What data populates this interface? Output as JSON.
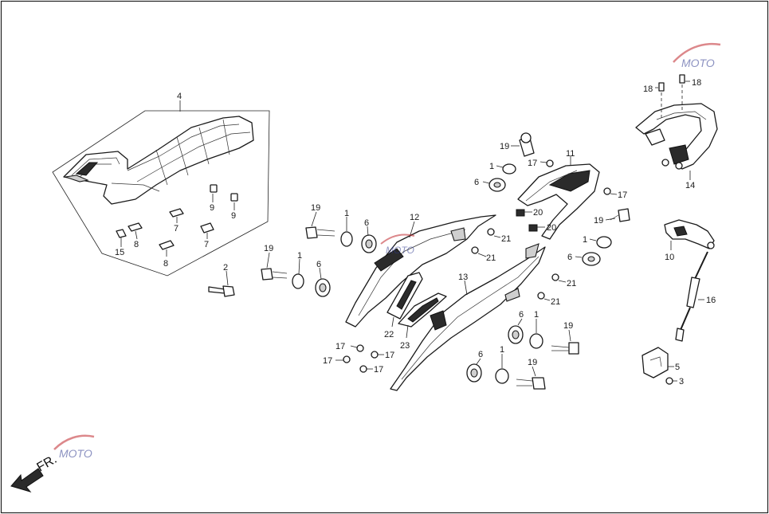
{
  "diagram": {
    "direction_label": "FR.",
    "watermark_text": "MOTO",
    "callouts": {
      "c1a": "1",
      "c1b": "1",
      "c1c": "1",
      "c1d": "1",
      "c1e": "1",
      "c1f": "1",
      "c2": "2",
      "c3": "3",
      "c4": "4",
      "c5": "5",
      "c6a": "6",
      "c6b": "6",
      "c6c": "6",
      "c6d": "6",
      "c6e": "6",
      "c6f": "6",
      "c7a": "7",
      "c7b": "7",
      "c8a": "8",
      "c8b": "8",
      "c9a": "9",
      "c9b": "9",
      "c10": "10",
      "c11": "11",
      "c12": "12",
      "c13": "13",
      "c14": "14",
      "c15": "15",
      "c16": "16",
      "c17a": "17",
      "c17b": "17",
      "c17c": "17",
      "c17d": "17",
      "c17e": "17",
      "c17f": "17",
      "c18a": "18",
      "c18b": "18",
      "c19a": "19",
      "c19b": "19",
      "c19c": "19",
      "c19d": "19",
      "c19e": "19",
      "c19f": "19",
      "c20a": "20",
      "c20b": "20",
      "c21a": "21",
      "c21b": "21",
      "c21c": "21",
      "c21d": "21",
      "c22": "22",
      "c23": "23"
    }
  }
}
